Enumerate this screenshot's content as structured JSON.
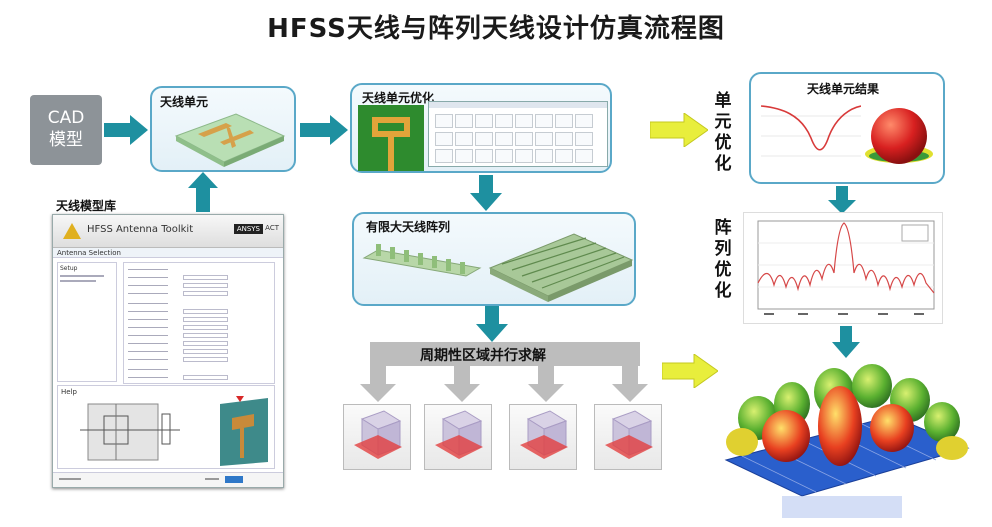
{
  "title": "HFSS天线与阵列天线设计仿真流程图",
  "cad": {
    "line1": "CAD",
    "line2": "模型"
  },
  "steps": {
    "antenna_element": "天线单元",
    "model_library": "天线模型库",
    "element_optimization": "天线单元优化",
    "finite_array": "有限大天线阵列",
    "periodic_solve": "周期性区域并行求解",
    "element_result": "天线单元结果"
  },
  "side_labels": {
    "element_opt": [
      "单",
      "元",
      "优",
      "化"
    ],
    "array_opt": [
      "阵",
      "列",
      "优",
      "化"
    ]
  },
  "toolkit": {
    "title": "HFSS Antenna Toolkit",
    "badge": "ANSYS",
    "act": "ACT",
    "tab": "Antenna Selection",
    "setup_label": "Setup",
    "help_label": "Help"
  },
  "colors": {
    "arrow_cyan": "#1e90a0",
    "arrow_yellow": "#e8ee3c",
    "box_border": "#5aa8c8",
    "pcb_green": "#2e8b2e",
    "pattern_red": "#d82828"
  }
}
